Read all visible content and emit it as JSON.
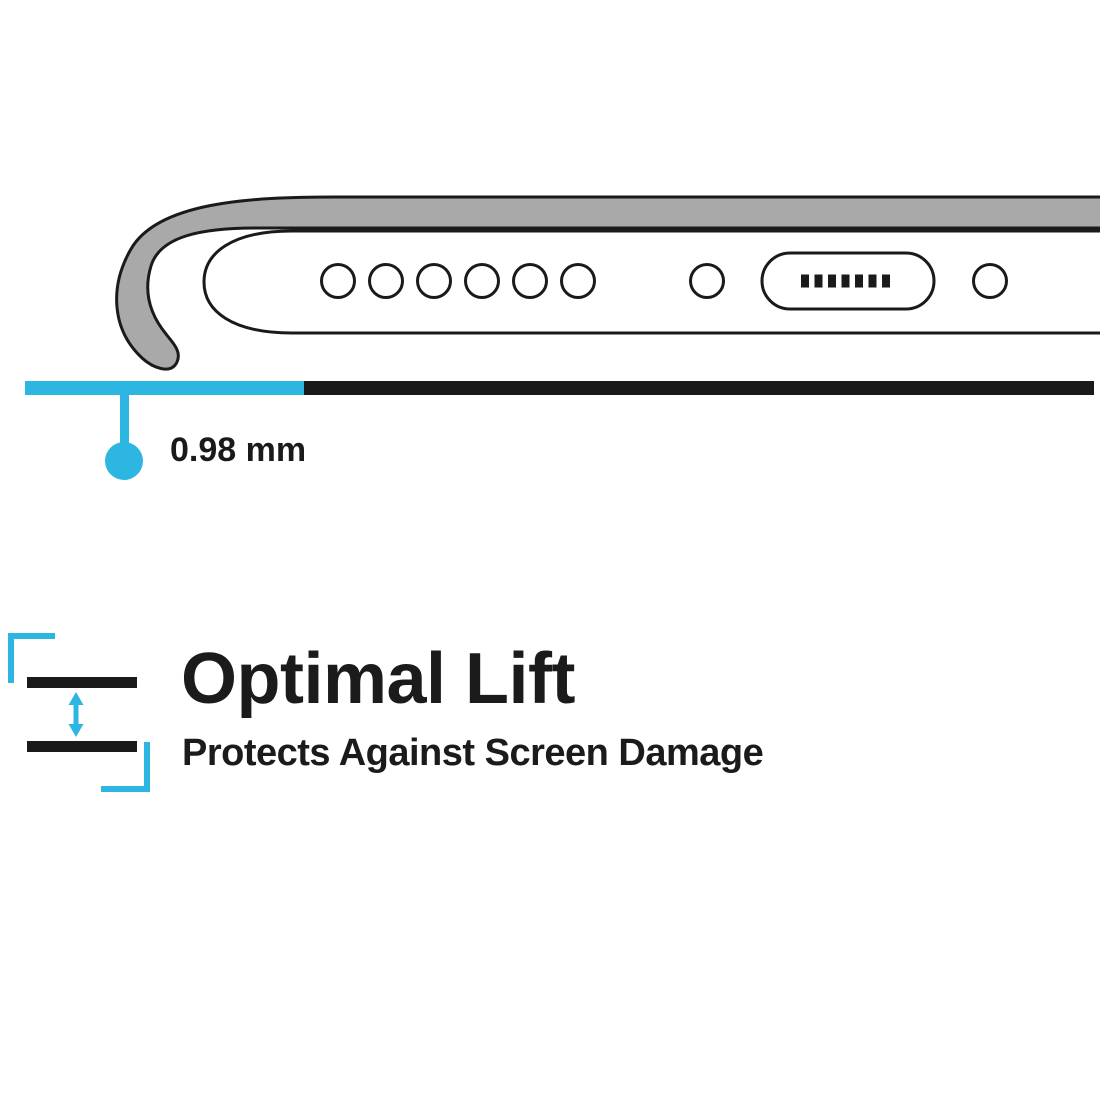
{
  "page": {
    "background": "#ffffff"
  },
  "colors": {
    "accent": "#2eb6e3",
    "dark": "#1a1a1a",
    "case_gray": "#a9a9a9",
    "text": "#1b1b1b"
  },
  "measurement": {
    "label": "0.98 mm"
  },
  "feature": {
    "title": "Optimal Lift",
    "subtitle": "Protects Against Screen Damage"
  }
}
